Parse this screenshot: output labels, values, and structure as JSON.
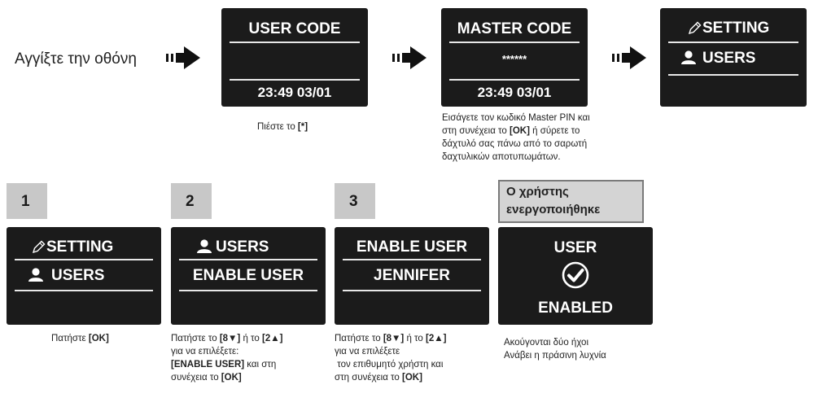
{
  "intro_text": "Αγγίξτε την οθόνη",
  "screens": {
    "user_code": {
      "title": "USER CODE",
      "time": "23:49  03/01"
    },
    "master_code": {
      "title": "MASTER CODE",
      "masked": "******",
      "time": "23:49  03/01"
    },
    "menu_top": {
      "setting": "SETTING",
      "users": "USERS"
    },
    "step1": {
      "setting": "SETTING",
      "users": "USERS"
    },
    "step2": {
      "users": "USERS",
      "item": "ENABLE USER"
    },
    "step3": {
      "title": "ENABLE USER",
      "name": "JENNIFER"
    },
    "result": {
      "top": "USER",
      "bottom": "ENABLED"
    }
  },
  "captions": {
    "press_star_prefix": "Πιέστε το ",
    "press_star_key": "[*]",
    "master_1": "Εισάγετε τον κωδικό Master PIN  και",
    "master_2a": "στη συνέχεια το ",
    "master_2b": "[OK]",
    "master_2c": " ή σύρετε το",
    "master_3": "δάχτυλό σας πάνω από το σαρωτή",
    "master_4": "δαχτυλικών αποτυπωμάτων.",
    "step1_prefix": "Πατήστε ",
    "step1_key": "[OK]",
    "step2_1a": "Πατήστε το ",
    "step2_1b": "[8▼]",
    "step2_1c": " ή το ",
    "step2_1d": "[2▲]",
    "step2_2": "για να επιλέξετε:",
    "step2_3a": "[ENABLE USER]",
    "step2_3b": " και στη",
    "step2_4a": "συνέχεια το ",
    "step2_4b": "[OK]",
    "step3_1a": "Πατήστε το ",
    "step3_1b": "[8▼]",
    "step3_1c": " ή το ",
    "step3_1d": "[2▲]",
    "step3_2": "για να επιλέξετε",
    "step3_3": " τον επιθυμητό χρήστη και",
    "step3_4a": "στη συνέχεια το ",
    "step3_4b": "[OK]",
    "result_1": "Ακούγονται δύο ήχοι",
    "result_2": "Ανάβει η πράσινη λυχνία"
  },
  "steps": [
    "1",
    "2",
    "3"
  ],
  "status_box": {
    "line1": "Ο χρήστης",
    "line2": "ενεργοποιήθηκε"
  },
  "icons": [
    "arrow-right-icon",
    "pencil-icon",
    "user-icon",
    "checkmark-circle-icon"
  ],
  "colors": {
    "screen": "#1b1b1b",
    "step_bg": "#c8c8c8",
    "status_border": "#7a7a7a"
  }
}
